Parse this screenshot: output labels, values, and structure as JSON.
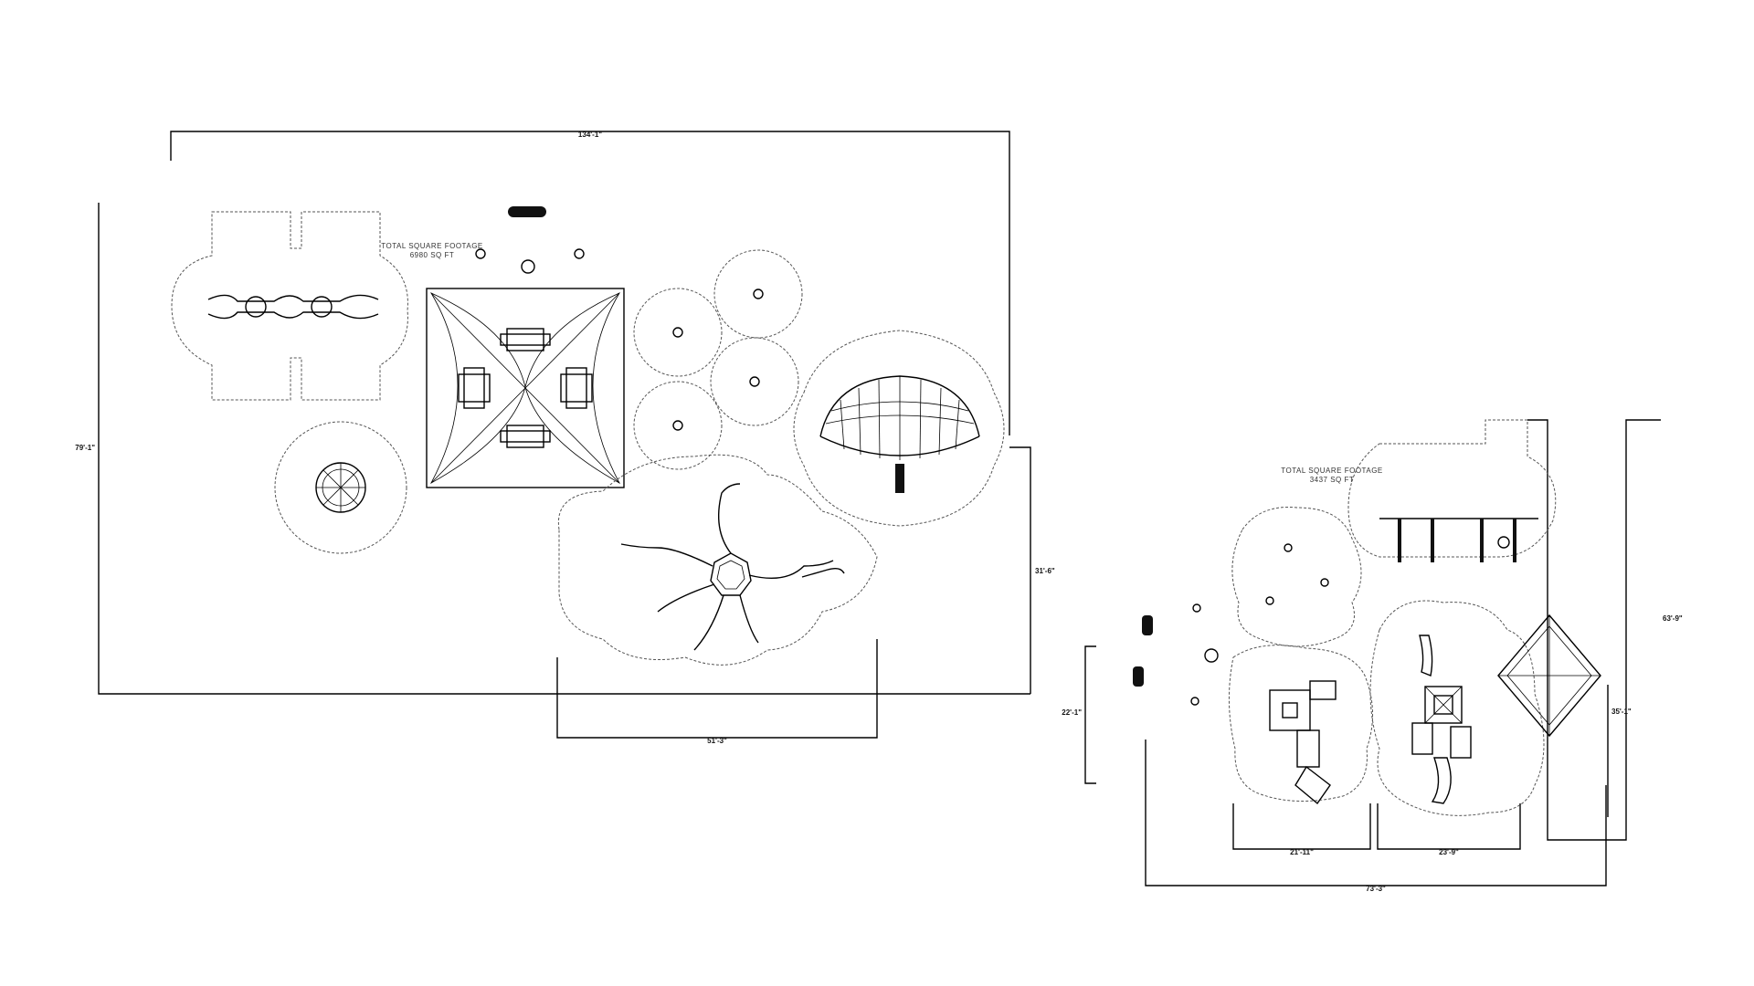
{
  "left_plan": {
    "total_label": "TOTAL SQUARE FOOTAGE",
    "total_value": "6980 SQ FT",
    "dims": {
      "top": "134'-1\"",
      "left": "79'-1\"",
      "right": "31'-6\"",
      "bottom": "51'-3\""
    }
  },
  "right_plan": {
    "total_label": "TOTAL SQUARE FOOTAGE",
    "total_value": "3437 SQ FT",
    "dims": {
      "right_outer": "63'-9\"",
      "right_inner": "35'-1\"",
      "left": "22'-1\"",
      "bottom_a": "21'-11\"",
      "bottom_b": "23'-9\"",
      "bottom_total": "73'-3\""
    }
  }
}
